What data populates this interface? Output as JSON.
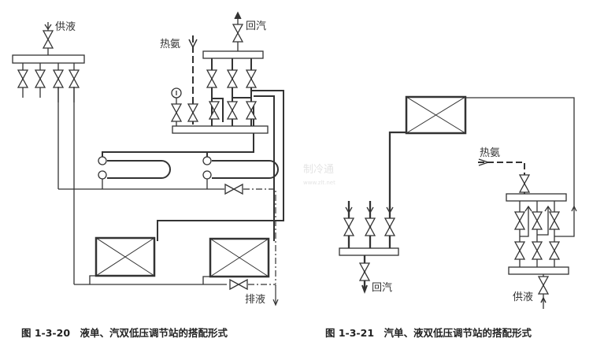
{
  "figure_left": {
    "labels": {
      "supply_liquid": "供液",
      "hot_ammonia": "热氨",
      "return_vapor": "回汽",
      "drain_liquid": "排液"
    },
    "caption": "图 1-3-20　液单、汽双低压调节站的搭配形式"
  },
  "figure_right": {
    "labels": {
      "hot_ammonia": "热氨",
      "return_vapor": "回汽",
      "supply_liquid": "供液"
    },
    "caption": "图 1-3-21　汽单、液双低压调节站的搭配形式"
  },
  "watermark": {
    "title": "制冷通",
    "url": "www.zlt.net"
  },
  "colors": {
    "line": "#333333",
    "text": "#222222"
  }
}
